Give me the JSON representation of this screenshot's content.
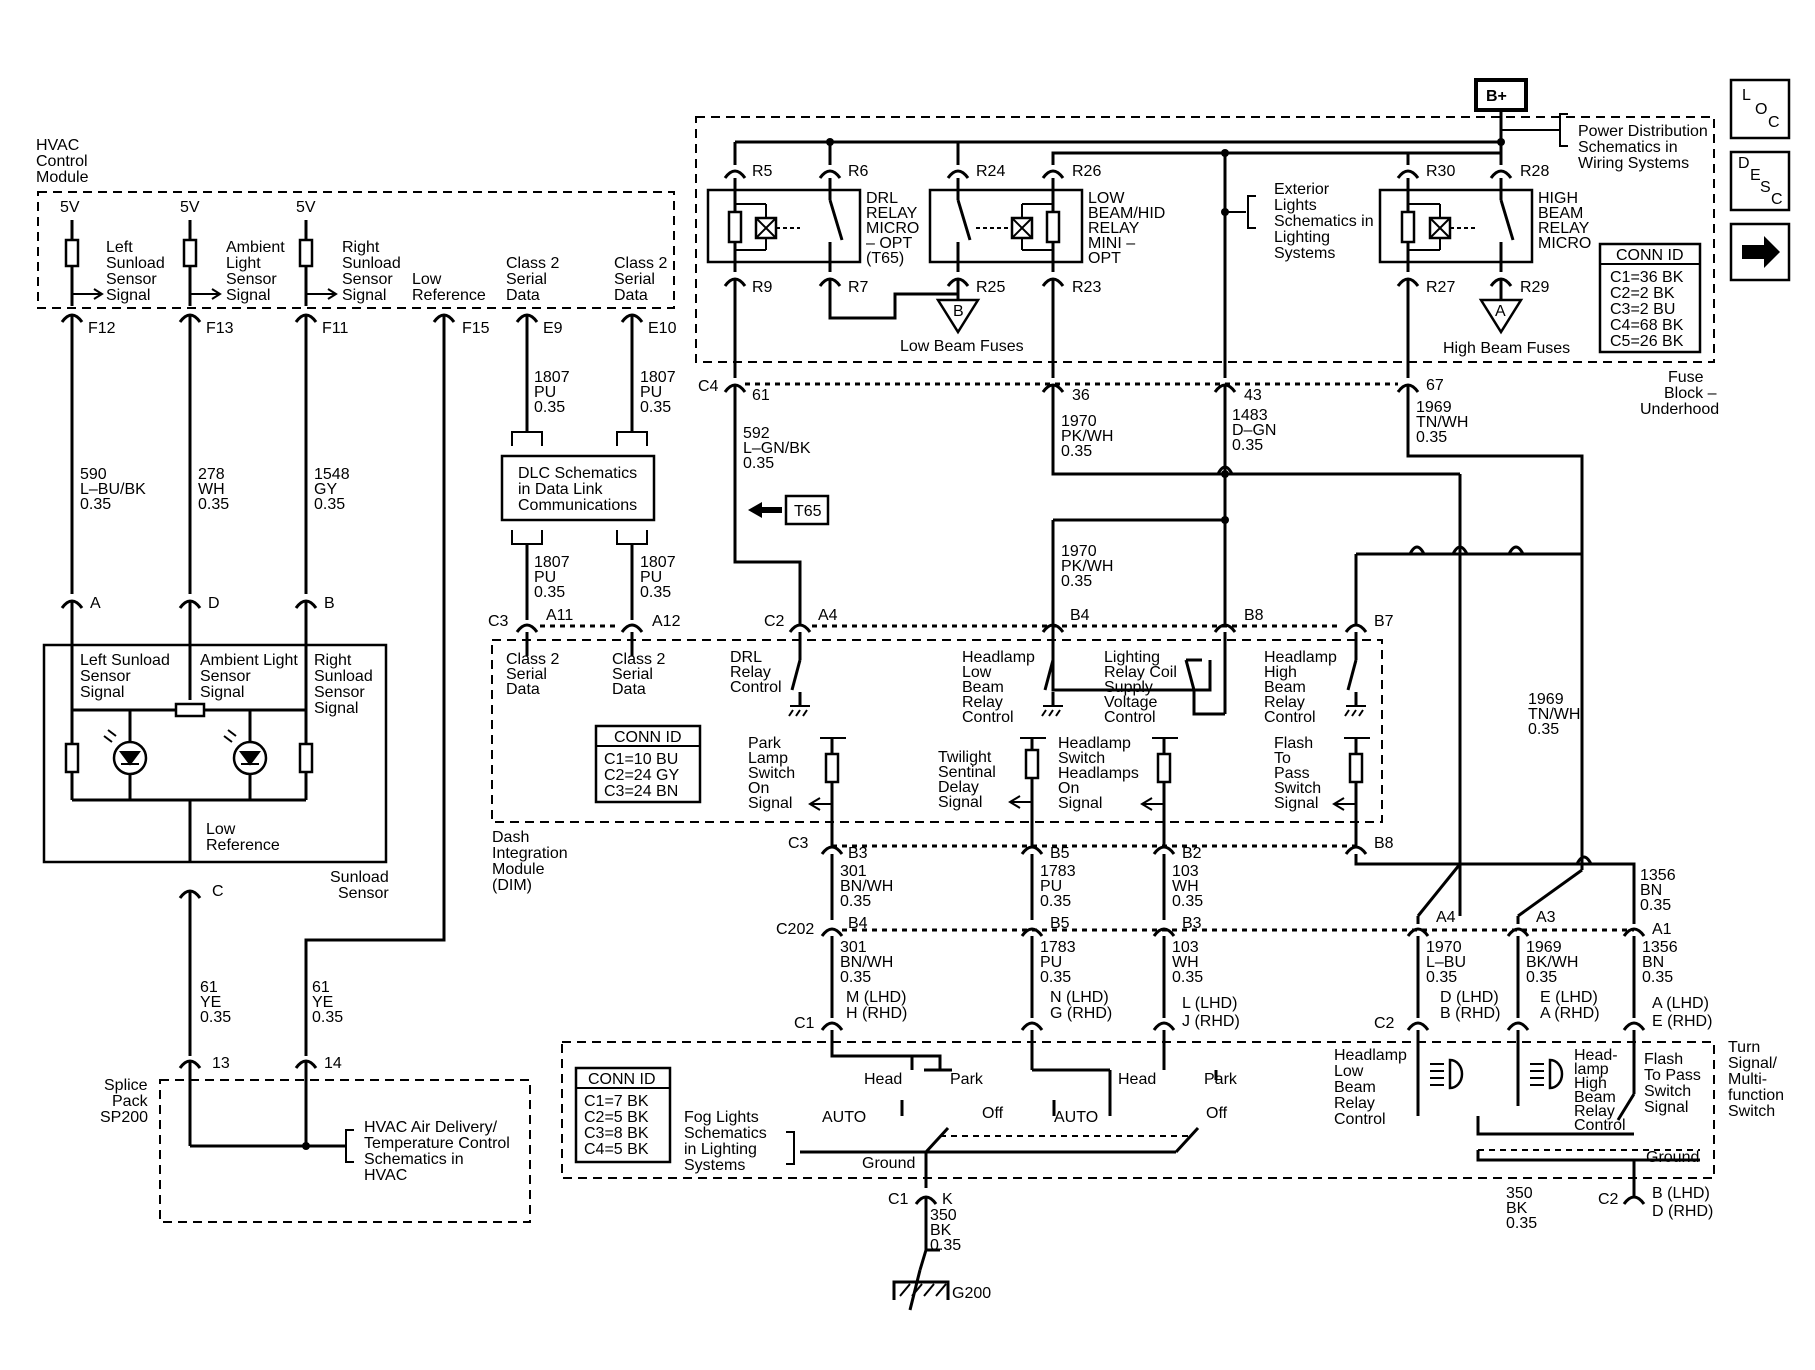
{
  "corner": {
    "loc": [
      "L",
      "O",
      "C"
    ],
    "desc": [
      "D",
      "E",
      "S",
      "C"
    ],
    "bplus": "B+"
  },
  "hvac": {
    "title": [
      "HVAC",
      "Control",
      "Module"
    ],
    "v5": "5V",
    "signals": [
      [
        "Left",
        "Sunload",
        "Sensor",
        "Signal"
      ],
      [
        "Ambient",
        "Light",
        "Sensor",
        "Signal"
      ],
      [
        "Right",
        "Sunload",
        "Sensor",
        "Signal"
      ],
      [
        "Low",
        "Reference"
      ],
      [
        "Class 2",
        "Serial",
        "Data"
      ],
      [
        "Class 2",
        "Serial",
        "Data"
      ]
    ],
    "pins": [
      "F12",
      "F13",
      "F11",
      "F15",
      "E9",
      "E10"
    ]
  },
  "wires": {
    "w590": [
      "590",
      "L–BU/BK",
      "0.35"
    ],
    "w278": [
      "278",
      "WH",
      "0.35"
    ],
    "w1548": [
      "1548",
      "GY",
      "0.35"
    ],
    "w1807a": [
      "1807",
      "PU",
      "0.35"
    ],
    "w1807b": [
      "1807",
      "PU",
      "0.35"
    ],
    "w1807c": [
      "1807",
      "PU",
      "0.35"
    ],
    "w1807d": [
      "1807",
      "PU",
      "0.35"
    ],
    "w61a": [
      "61",
      "YE",
      "0.35"
    ],
    "w61b": [
      "61",
      "YE",
      "0.35"
    ],
    "w592": [
      "592",
      "L–GN/BK",
      "0.35"
    ],
    "w1970a": [
      "1970",
      "PK/WH",
      "0.35"
    ],
    "w1483": [
      "1483",
      "D–GN",
      "0.35"
    ],
    "w1969a": [
      "1969",
      "TN/WH",
      "0.35"
    ],
    "w1970b": [
      "1970",
      "PK/WH",
      "0.35"
    ],
    "w1969b": [
      "1969",
      "TN/WH",
      "0.35"
    ],
    "w301a": [
      "301",
      "BN/WH",
      "0.35"
    ],
    "w1783a": [
      "1783",
      "PU",
      "0.35"
    ],
    "w103a": [
      "103",
      "WH",
      "0.35"
    ],
    "w1356a": [
      "1356",
      "BN",
      "0.35"
    ],
    "w301b": [
      "301",
      "BN/WH",
      "0.35"
    ],
    "w1783b": [
      "1783",
      "PU",
      "0.35"
    ],
    "w103b": [
      "103",
      "WH",
      "0.35"
    ],
    "w1970c": [
      "1970",
      "L–BU",
      "0.35"
    ],
    "w1969c": [
      "1969",
      "BK/WH",
      "0.35"
    ],
    "w1356b": [
      "1356",
      "BN",
      "0.35"
    ],
    "w350a": [
      "350",
      "BK",
      "0.35"
    ],
    "w350b": [
      "350",
      "BK",
      "0.35"
    ]
  },
  "dlc": [
    "DLC Schematics",
    "in Data Link",
    "Communications"
  ],
  "sensor": {
    "pins": [
      "A",
      "D",
      "B",
      "C"
    ],
    "labels": [
      [
        "Left Sunload",
        "Sensor",
        "Signal"
      ],
      [
        "Ambient Light",
        "Sensor",
        "Signal"
      ],
      [
        "Right",
        "Sunload",
        "Sensor",
        "Signal"
      ]
    ],
    "lowref": [
      "Low",
      "Reference"
    ],
    "name": [
      "Sunload",
      "Sensor"
    ]
  },
  "splice": {
    "name": [
      "Splice",
      "Pack",
      "SP200"
    ],
    "pins": [
      "13",
      "14"
    ],
    "ref": [
      "HVAC Air Delivery/",
      "Temperature Control",
      "Schematics in",
      "HVAC"
    ]
  },
  "fuse": {
    "relays": {
      "drl": [
        "DRL",
        "RELAY",
        "MICRO",
        "– OPT",
        "(T65)"
      ],
      "low": [
        "LOW",
        "BEAM/HID",
        "RELAY",
        "MINI –",
        "OPT"
      ],
      "high": [
        "HIGH",
        "BEAM",
        "RELAY",
        "MICRO"
      ]
    },
    "pins": {
      "r5": "R5",
      "r6": "R6",
      "r9": "R9",
      "r7": "R7",
      "r24": "R24",
      "r26": "R26",
      "r25": "R25",
      "r23": "R23",
      "r30": "R30",
      "r28": "R28",
      "r27": "R27",
      "r29": "R29"
    },
    "lowfuses": "Low Beam Fuses",
    "highfuses": "High Beam Fuses",
    "tri_b": "B",
    "tri_a": "A",
    "exterior": [
      "Exterior",
      "Lights",
      "Schematics in",
      "Lighting",
      "Systems"
    ],
    "powerdist": [
      "Power Distribution",
      "Schematics in",
      "Wiring Systems"
    ],
    "connid": {
      "title": "CONN ID",
      "rows": [
        "C1=36 BK",
        "C2=2 BK",
        "C3=2 BU",
        "C4=68 BK",
        "C5=26 BK"
      ]
    },
    "name": [
      "Fuse",
      "Block –",
      "Underhood"
    ],
    "c4": "C4",
    "c4pins": [
      "61",
      "36",
      "43",
      "67"
    ]
  },
  "t65": "T65",
  "dim": {
    "c3": "C3",
    "a11": "A11",
    "a12": "A12",
    "c2": "C2",
    "toppins": [
      "A4",
      "B4",
      "B8",
      "B7"
    ],
    "labels": {
      "cs1": [
        "Class 2",
        "Serial",
        "Data"
      ],
      "cs2": [
        "Class 2",
        "Serial",
        "Data"
      ],
      "drl": [
        "DRL",
        "Relay",
        "Control"
      ],
      "hlb": [
        "Headlamp",
        "Low",
        "Beam",
        "Relay",
        "Control"
      ],
      "lrc": [
        "Lighting",
        "Relay Coil",
        "Supply",
        "Voltage",
        "Control"
      ],
      "hhb": [
        "Headlamp",
        "High",
        "Beam",
        "Relay",
        "Control"
      ],
      "park": [
        "Park",
        "Lamp",
        "Switch",
        "On",
        "Signal"
      ],
      "twi": [
        "Twilight",
        "Sentinal",
        "Delay",
        "Signal"
      ],
      "hsw": [
        "Headlamp",
        "Switch",
        "Headlamps",
        "On",
        "Signal"
      ],
      "ftp": [
        "Flash",
        "To",
        "Pass",
        "Switch",
        "Signal"
      ]
    },
    "connid": {
      "title": "CONN ID",
      "rows": [
        "C1=10 BU",
        "C2=24 GY",
        "C3=24 BN"
      ]
    },
    "name": [
      "Dash",
      "Integration",
      "Module",
      "(DIM)"
    ],
    "botc3": "C3",
    "botpins": [
      "B3",
      "B5",
      "B2",
      "B8"
    ]
  },
  "c202": {
    "label": "C202",
    "pins": [
      "B4",
      "B5",
      "B3",
      "A4",
      "A3",
      "A1"
    ]
  },
  "c1pins": {
    "label": "C1",
    "p1": [
      "M (LHD)",
      "H (RHD)"
    ],
    "p2": [
      "N (LHD)",
      "G (RHD)"
    ],
    "p3": [
      "L (LHD)",
      "J (RHD)"
    ]
  },
  "c2pins": {
    "label": "C2",
    "p1": [
      "D (LHD)",
      "B (RHD)"
    ],
    "p2": [
      "E (LHD)",
      "A (RHD)"
    ],
    "p3": [
      "A (LHD)",
      "E (RHD)"
    ]
  },
  "switch": {
    "connid": {
      "title": "CONN ID",
      "rows": [
        "C1=7 BK",
        "C2=5 BK",
        "C3=8 BK",
        "C4=5 BK"
      ]
    },
    "fog": [
      "Fog Lights",
      "Schematics",
      "in Lighting",
      "Systems"
    ],
    "head": "Head",
    "park": "Park",
    "auto": "AUTO",
    "off": "Off",
    "ground": "Ground",
    "hlbrc": [
      "Headlamp",
      "Low",
      "Beam",
      "Relay",
      "Control"
    ],
    "hhbrc": [
      "Head-",
      "lamp",
      "High",
      "Beam",
      "Relay",
      "Control"
    ],
    "ftp": [
      "Flash",
      "To Pass",
      "Switch",
      "Signal"
    ],
    "name": [
      "Turn",
      "Signal/",
      "Multi-",
      "function",
      "Switch"
    ],
    "bottom_c1": "C1",
    "bottom_k": "K",
    "bottom_c2": "C2",
    "bottom_b": [
      "B (LHD)",
      "D (RHD)"
    ]
  },
  "ground": "G200"
}
